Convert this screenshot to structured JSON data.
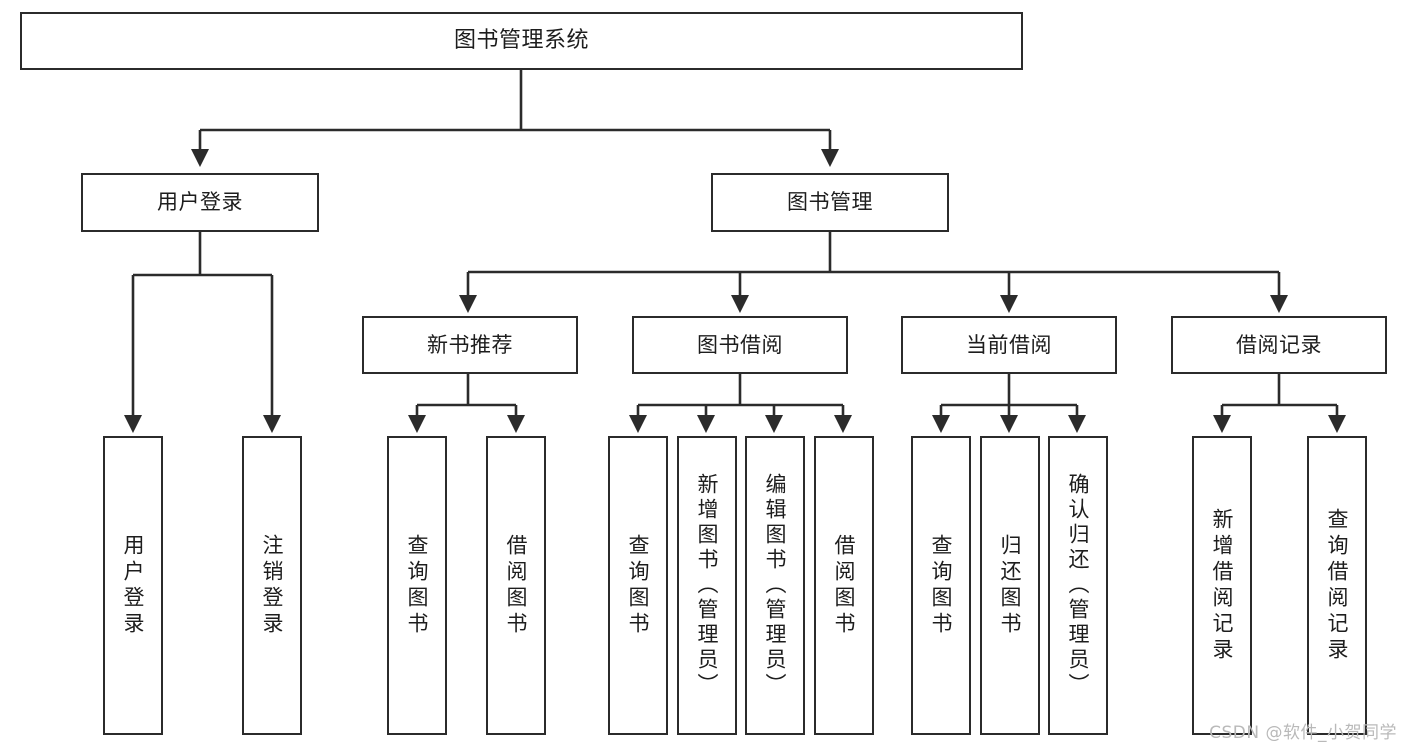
{
  "diagram": {
    "title": "图书管理系统",
    "type": "hierarchy-tree",
    "watermark": "CSDN @软件_小贺同学",
    "colors": {
      "box_border": "#2b2b2b",
      "box_fill": "#ffffff",
      "connector": "#2b2b2b",
      "text": "#1d1d1d",
      "watermark": "#b9b9b9"
    },
    "levels": {
      "root": "图书管理系统",
      "level2": [
        "用户登录",
        "图书管理"
      ],
      "level3": [
        "新书推荐",
        "图书借阅",
        "当前借阅",
        "借阅记录"
      ]
    },
    "nodes": {
      "root": {
        "label": "图书管理系统"
      },
      "user_login": {
        "label": "用户登录"
      },
      "book_manage": {
        "label": "图书管理"
      },
      "new_book_rec": {
        "label": "新书推荐"
      },
      "book_borrow": {
        "label": "图书借阅"
      },
      "current_borrow": {
        "label": "当前借阅"
      },
      "borrow_record": {
        "label": "借阅记录"
      }
    },
    "leaves": {
      "user_login": [
        {
          "label": "用户登录"
        },
        {
          "label": "注销登录"
        }
      ],
      "new_book_rec": [
        {
          "label": "查询图书"
        },
        {
          "label": "借阅图书"
        }
      ],
      "book_borrow": [
        {
          "label": "查询图书"
        },
        {
          "label": "新增图书（管理员）"
        },
        {
          "label": "编辑图书（管理员）"
        },
        {
          "label": "借阅图书"
        }
      ],
      "current_borrow": [
        {
          "label": "查询图书"
        },
        {
          "label": "归还图书"
        },
        {
          "label": "确认归还（管理员）"
        }
      ],
      "borrow_record": [
        {
          "label": "新增借阅记录"
        },
        {
          "label": "查询借阅记录"
        }
      ]
    }
  }
}
